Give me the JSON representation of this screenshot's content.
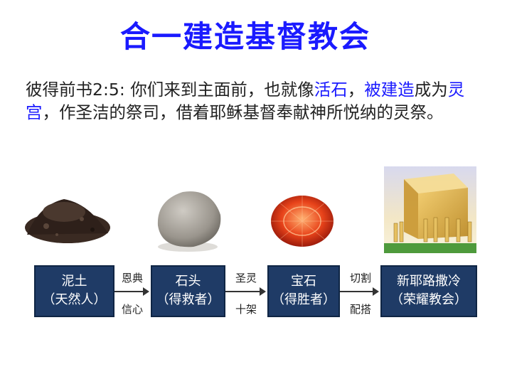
{
  "title": "合一建造基督教会",
  "verse": {
    "p1": "彼得前书2:5: 你们来到主面前，也就像",
    "h1": "活石",
    "p2": "，",
    "h2": "被建造",
    "p3": "成为",
    "h3": "灵宫",
    "p4": "，作圣洁的祭司，借着耶稣基督奉献神所悦纳的灵祭。"
  },
  "flow": {
    "boxes": [
      {
        "line1": "泥土",
        "line2": "（天然人）"
      },
      {
        "line1": "石头",
        "line2": "（得救者）"
      },
      {
        "line1": "宝石",
        "line2": "（得胜者）"
      },
      {
        "line1": "新耶路撒冷",
        "line2": "（荣耀教会）"
      }
    ],
    "arrows": [
      {
        "top": "恩典",
        "bottom": "信心"
      },
      {
        "top": "圣灵",
        "bottom": "十架"
      },
      {
        "top": "切割",
        "bottom": "配搭"
      }
    ]
  },
  "colors": {
    "title": "#1a1aff",
    "box": "#1f3b66",
    "highlight": "#1a1aff"
  }
}
